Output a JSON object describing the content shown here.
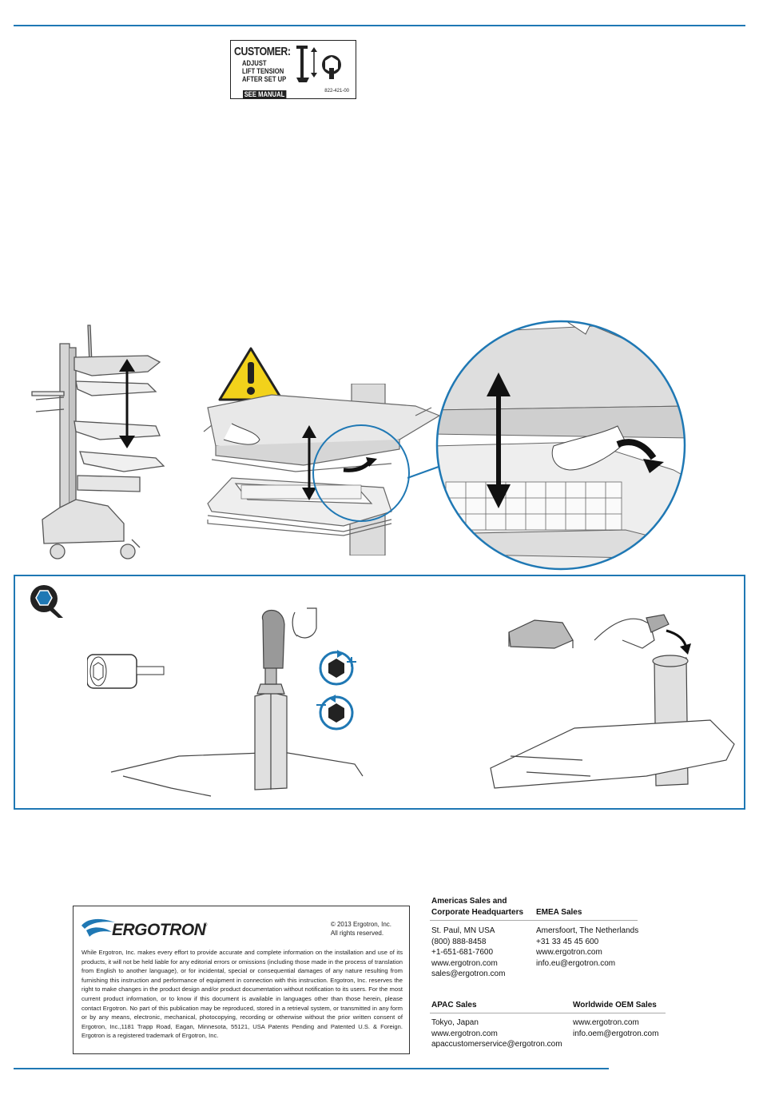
{
  "label": {
    "title": "CUSTOMER:",
    "lines": [
      "ADJUST",
      "LIFT TENSION",
      "AFTER SET UP"
    ],
    "see_manual": "SEE MANUAL",
    "code": "822-421-00"
  },
  "legal": {
    "brand": "ERGOTRON",
    "reg_mark": "®",
    "copyright_line1": "© 2013 Ergotron, Inc.",
    "copyright_line2": "All rights reserved.",
    "body": "While Ergotron, Inc. makes every effort to provide accurate and complete information on the installation and use of its products, it will not be held liable for any editorial errors or omissions (including those made in the process of translation from English to another language), or for incidental, special or consequential damages of any nature resulting from furnishing this instruction and performance of equipment in connection with this instruction. Ergotron, Inc. reserves the right to make changes in the product design and/or product documentation without notification to its users. For the most current product information, or to know if this document is available in languages other than those herein, please contact Ergotron. No part of this publication may be reproduced, stored in a retrieval system, or transmitted in any form or by any means, electronic, mechanical, photocopying, recording or otherwise without the prior written consent of Ergotron, Inc.,1181 Trapp Road, Eagan, Minnesota, 55121, USA Patents Pending and Patented U.S. & Foreign. Ergotron is a registered trademark of Ergotron, Inc."
  },
  "contacts": {
    "americas": {
      "heading1": "Americas Sales and",
      "heading2": "Corporate Headquarters",
      "lines": [
        "St. Paul, MN USA",
        "(800) 888-8458",
        "+1-651-681-7600",
        "www.ergotron.com",
        "sales@ergotron.com"
      ]
    },
    "emea": {
      "heading": "EMEA Sales",
      "lines": [
        "Amersfoort, The Netherlands",
        "+31 33 45 45 600",
        "www.ergotron.com",
        "info.eu@ergotron.com"
      ]
    },
    "apac": {
      "heading": "APAC Sales",
      "lines": [
        "Tokyo, Japan",
        "www.ergotron.com",
        "apaccustomerservice@ergotron.com"
      ]
    },
    "oem": {
      "heading": "Worldwide OEM Sales",
      "lines": [
        "www.ergotron.com",
        "info.oem@ergotron.com"
      ]
    }
  },
  "colors": {
    "accent": "#1f78b4",
    "warning": "#f2d21b"
  }
}
